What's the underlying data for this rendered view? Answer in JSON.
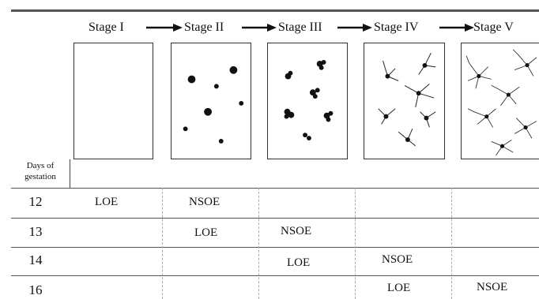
{
  "stages": [
    {
      "label": "Stage  I"
    },
    {
      "label": "Stage  II"
    },
    {
      "label": "Stage  III"
    },
    {
      "label": "Stage  IV"
    },
    {
      "label": "Stage  V"
    }
  ],
  "table": {
    "header": "Days of gestation",
    "rows": [
      {
        "day": "12",
        "loe_stage": "I",
        "loe": "LOE",
        "nsoe_stage": "II",
        "nsoe": "NSOE"
      },
      {
        "day": "13",
        "loe_stage": "II",
        "loe": "LOE",
        "nsoe_stage": "III",
        "nsoe": "NSOE"
      },
      {
        "day": "14",
        "loe_stage": "III",
        "loe": "LOE",
        "nsoe_stage": "IV",
        "nsoe": "NSOE"
      },
      {
        "day": "16",
        "loe_stage": "IV",
        "loe": "LOE",
        "nsoe_stage": "V",
        "nsoe": "NSOE"
      }
    ]
  }
}
